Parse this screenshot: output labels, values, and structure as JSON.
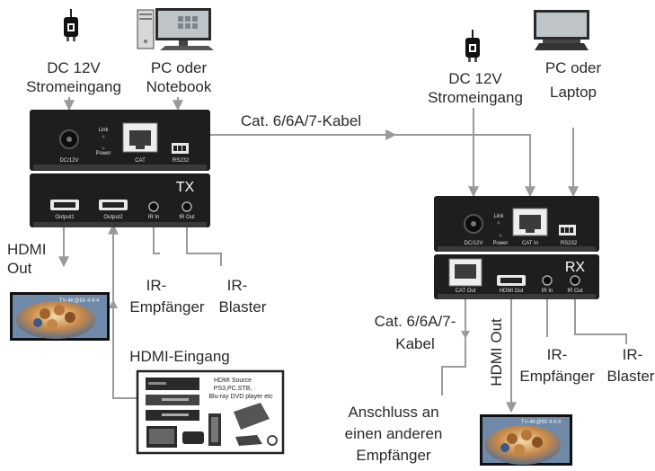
{
  "tx": {
    "power_label_line1": "DC 12V",
    "power_label_line2": "Stromeingang",
    "pc_label_line1": "PC oder",
    "pc_label_line2": "Notebook",
    "badge": "TX",
    "top_ports": {
      "dc": "DC/12V",
      "link": "Link",
      "power": "Power",
      "cat": "CAT",
      "rs232": "RS232"
    },
    "bottom_ports": {
      "out1": "Output1",
      "out2": "Output2",
      "irin": "IR In",
      "irout": "IR Out"
    },
    "hdmi_out_line1": "HDMI",
    "hdmi_out_line2": "Out",
    "ir_receiver_line1": "IR-",
    "ir_receiver_line2": "Empfänger",
    "ir_blaster_line1": "IR-",
    "ir_blaster_line2": "Blaster",
    "hdmi_in": "HDMI-Eingang",
    "screen_text": "TV-4K@60 4:4:4",
    "source_line1": "HDMI Source",
    "source_line2": "PS3,PC,STB,",
    "source_line3": "Blu-ray DVD player etc"
  },
  "cable_label": "Cat. 6/6A/7-Kabel",
  "rx": {
    "power_label_line1": "DC 12V",
    "power_label_line2": "Stromeingang",
    "pc_label_line1": "PC oder",
    "pc_label_line2": "Laptop",
    "badge": "RX",
    "top_ports": {
      "dc": "DC/12V",
      "link": "Link",
      "power": "Power",
      "cat": "CAT In",
      "rs232": "RS232"
    },
    "bottom_ports": {
      "catout": "CAT Out",
      "hdmiout": "HDMI Out",
      "irin": "IR In",
      "irout": "IR Out"
    },
    "cat_label_line1": "Cat. 6/6A/7-",
    "cat_label_line2": "Kabel",
    "hdmi_out": "HDMI Out",
    "ir_receiver_line1": "IR-",
    "ir_receiver_line2": "Empfänger",
    "ir_blaster_line1": "IR-",
    "ir_blaster_line2": "Blaster",
    "other_line1": "Anschluss an",
    "other_line2": "einen anderen",
    "other_line3": "Empfänger",
    "screen_text": "TV-4K@60 4:4:4"
  },
  "colors": {
    "device": "#1e1e1e",
    "cable": "#9a9a9a",
    "text": "#2a2a2a"
  }
}
